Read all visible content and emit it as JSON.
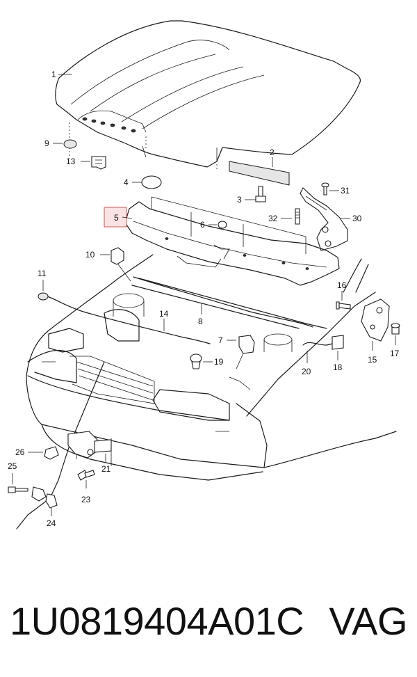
{
  "diagram": {
    "highlight_color": "#d9534f",
    "highlighted_label": "5",
    "callouts": [
      {
        "id": "1"
      },
      {
        "id": "2"
      },
      {
        "id": "3"
      },
      {
        "id": "4"
      },
      {
        "id": "5"
      },
      {
        "id": "6"
      },
      {
        "id": "7"
      },
      {
        "id": "8"
      },
      {
        "id": "9"
      },
      {
        "id": "10"
      },
      {
        "id": "11"
      },
      {
        "id": "13"
      },
      {
        "id": "14"
      },
      {
        "id": "15"
      },
      {
        "id": "16"
      },
      {
        "id": "17"
      },
      {
        "id": "18"
      },
      {
        "id": "19"
      },
      {
        "id": "20"
      },
      {
        "id": "21"
      },
      {
        "id": "23"
      },
      {
        "id": "24"
      },
      {
        "id": "25"
      },
      {
        "id": "26"
      },
      {
        "id": "30"
      },
      {
        "id": "31"
      },
      {
        "id": "32"
      }
    ]
  },
  "caption": {
    "part_number": "1U0819404A01C",
    "brand": "VAG"
  }
}
